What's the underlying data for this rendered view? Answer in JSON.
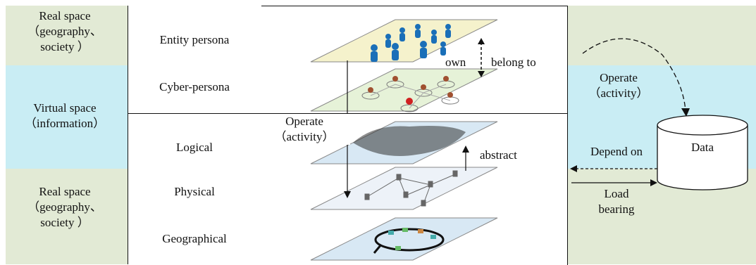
{
  "colors": {
    "real_band": "#e2ead5",
    "virtual_band": "#c9edf4",
    "border": "#111111",
    "plane_top": "#f5f2cc",
    "plane_cyber": "#e6f2d8",
    "plane_blue": "#d8e8f4",
    "person_blue": "#1a6fb8"
  },
  "left_column": {
    "real_top": "Real space\n（geography、\nsociety ）",
    "virtual": "Virtual space\n（information）",
    "real_bottom": "Real space\n（geography、\nsociety ）"
  },
  "layers": {
    "entity": "Entity persona",
    "cyber": "Cyber-persona",
    "logical": "Logical",
    "physical": "Physical",
    "geographical": "Geographical"
  },
  "figure_labels": {
    "own": "own",
    "belong_to": "belong to",
    "operate": "Operate\n（activity）",
    "abstract": "abstract"
  },
  "right_column": {
    "operate": "Operate\n（activity）",
    "data": "Data",
    "depend_on": "Depend on",
    "load_bearing": "Load\nbearing"
  }
}
